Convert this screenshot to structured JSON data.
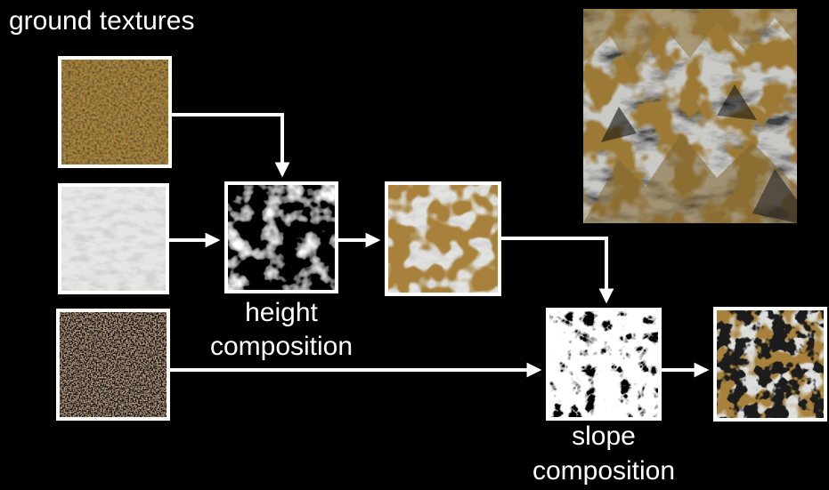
{
  "diagram": {
    "title": "ground textures",
    "labels": {
      "height_line1": "height",
      "height_line2": "composition",
      "slope_line1": "slope",
      "slope_line2": "composition"
    },
    "colors": {
      "background": "#000000",
      "arrow": "#ffffff",
      "sand": "#a9853f",
      "snow": "#e4e4e2",
      "dark_soil": "#141210",
      "border": "#ffffff"
    },
    "nodes": [
      {
        "id": "sand-texture",
        "kind": "texture"
      },
      {
        "id": "snow-texture",
        "kind": "texture"
      },
      {
        "id": "dark-soil-texture",
        "kind": "texture"
      },
      {
        "id": "height-mask",
        "kind": "mask"
      },
      {
        "id": "height-composited-texture",
        "kind": "result"
      },
      {
        "id": "slope-mask",
        "kind": "mask"
      },
      {
        "id": "final-texture",
        "kind": "result"
      },
      {
        "id": "terrain-preview",
        "kind": "render"
      }
    ],
    "edges": [
      {
        "from": "sand-texture",
        "to": "height-mask"
      },
      {
        "from": "snow-texture",
        "to": "height-mask"
      },
      {
        "from": "height-mask",
        "to": "height-composited-texture"
      },
      {
        "from": "height-composited-texture",
        "to": "slope-mask"
      },
      {
        "from": "dark-soil-texture",
        "to": "slope-mask"
      },
      {
        "from": "slope-mask",
        "to": "final-texture"
      }
    ]
  }
}
